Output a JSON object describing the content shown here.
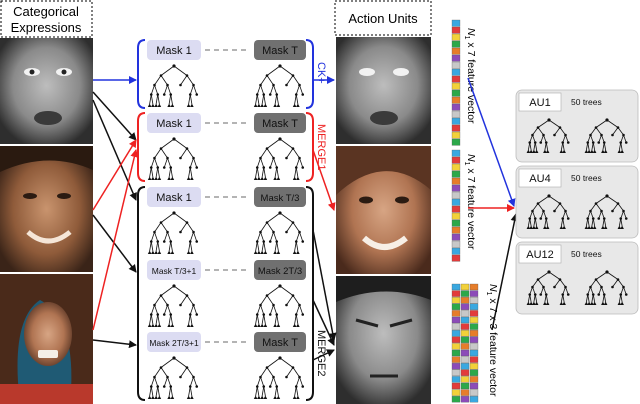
{
  "headers": {
    "left": [
      "Categorical",
      "Expressions"
    ],
    "middle": "Action Units"
  },
  "dataset_labels": {
    "ck": "CK+",
    "merge1": "MERGE1",
    "merge2": "MERGE2"
  },
  "mask_rows": [
    {
      "left": "Mask 1",
      "right": "Mask T"
    },
    {
      "left": "Mask 1",
      "right": "Mask T"
    },
    {
      "left": "Mask 1",
      "right": "Mask T/3"
    },
    {
      "left": "Mask T/3+1",
      "right": "Mask 2T/3"
    },
    {
      "left": "Mask 2T/3+1",
      "right": "Mask T"
    }
  ],
  "feature_vectors": [
    {
      "size": "N",
      "sub": "1",
      "rest": " x 7 feature vector"
    },
    {
      "size": "N",
      "sub": "1",
      "rest": " x 7 feature vector"
    },
    {
      "size": "N",
      "sub": "1",
      "rest": " x 7 x 3 feature vector"
    }
  ],
  "au_boxes": [
    {
      "label": "AU1",
      "trees": "50 trees"
    },
    {
      "label": "AU4",
      "trees": "50 trees"
    },
    {
      "label": "AU12",
      "trees": "50 trees"
    }
  ],
  "colors": {
    "ck_blue": "#2233dd",
    "merge_red": "#ee2222",
    "mask_light": "#dcdcf2",
    "mask_dark": "#707070",
    "au_panel": "#e8e8e8",
    "vector_palette": [
      "#3aa8e0",
      "#e23b3b",
      "#f2d13a",
      "#2ca84a",
      "#e67d2a",
      "#8c4bb8",
      "#c8c8c8"
    ]
  }
}
